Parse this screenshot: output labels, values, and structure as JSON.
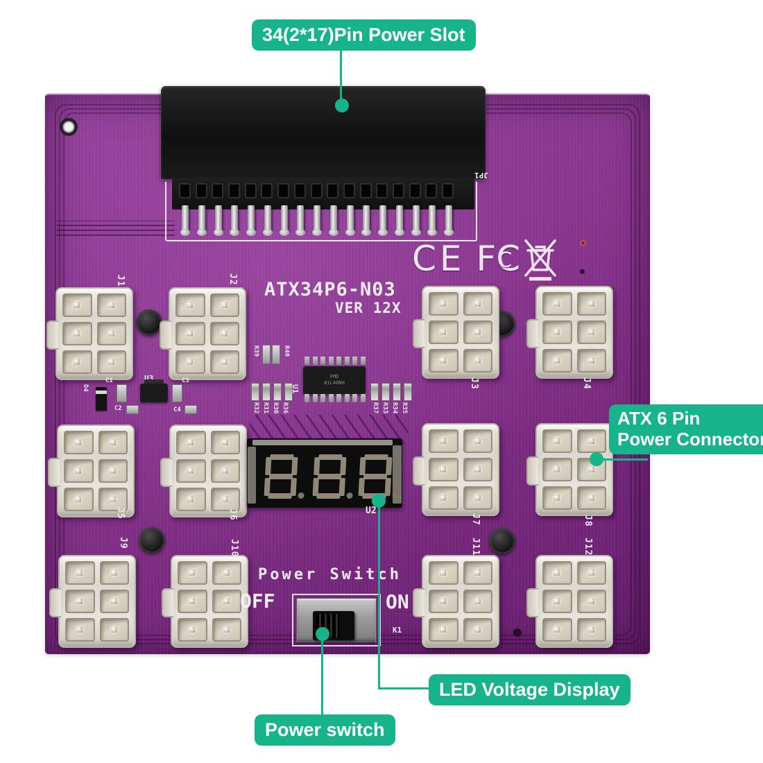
{
  "callouts": {
    "power_slot": {
      "label": "34(2*17)Pin Power Slot"
    },
    "atx_connector": {
      "line1": "ATX 6 Pin",
      "line2": "Power Connector"
    },
    "led_display": {
      "label": "LED Voltage Display"
    },
    "power_switch": {
      "label": "Power switch"
    }
  },
  "colors": {
    "callout_green": "#17b48b",
    "board_purple": "#87348c"
  },
  "board": {
    "model": "ATX34P6-N03",
    "version": "VER 12X",
    "power_switch_text": "Power Switch",
    "off_label": "OFF",
    "on_label": "ON",
    "display_digits": "888",
    "refs": {
      "slot": "JP1",
      "switch": "K1",
      "display": "U2",
      "ic": "U1",
      "regulator": "U3",
      "diode": "D4"
    },
    "ic_marking_line1": "FMD",
    "ic_marking_line2": "81L40NH",
    "certifications": {
      "ce": "CE",
      "fcc_main": "FC",
      "fcc_inner": "C"
    },
    "connectors": [
      "J1",
      "J2",
      "J3",
      "J4",
      "J5",
      "J6",
      "J7",
      "J8",
      "J9",
      "J10",
      "J11",
      "J12"
    ],
    "capacitors": [
      "C1",
      "C2",
      "C3",
      "C4"
    ],
    "resistors_top": [
      "R39",
      "R40"
    ],
    "resistors_left": [
      "R32",
      "R31",
      "R30",
      "R36"
    ],
    "resistors_right": [
      "R37",
      "R33",
      "R34",
      "R35"
    ]
  }
}
